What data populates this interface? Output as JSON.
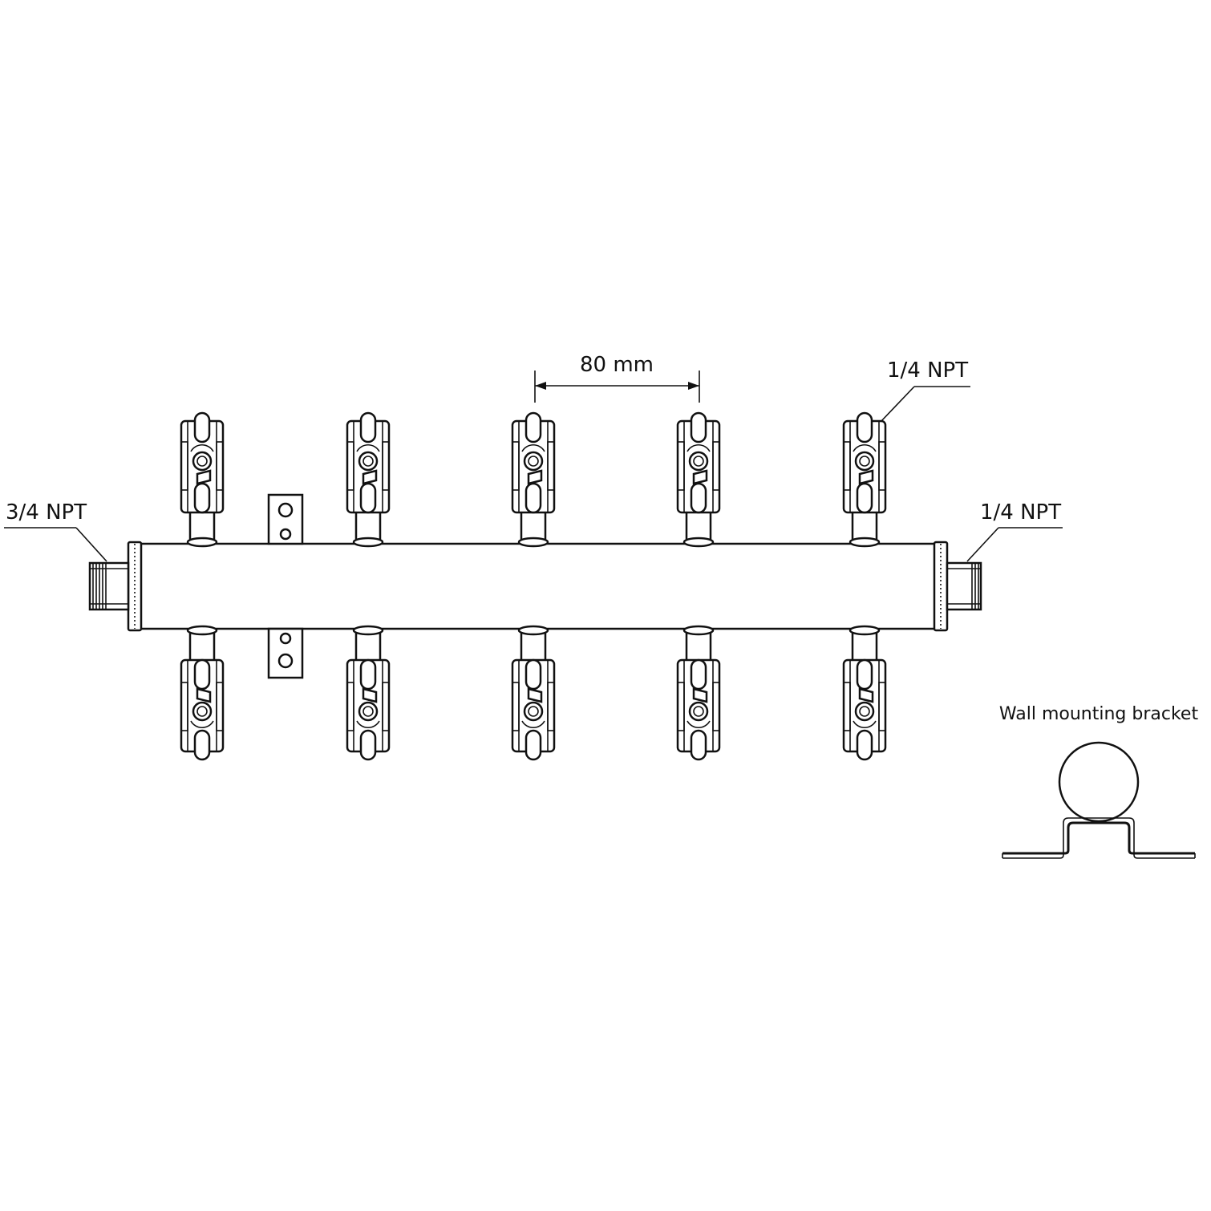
{
  "labels": {
    "spacing": "80 mm",
    "inlet": "3/4 NPT",
    "outlet_top": "1/4 NPT",
    "outlet_end": "1/4 NPT",
    "bracket": "Wall mounting bracket"
  },
  "manifold": {
    "valves_per_side": 5
  },
  "colors": {
    "line": "#111111",
    "background": "#ffffff"
  }
}
